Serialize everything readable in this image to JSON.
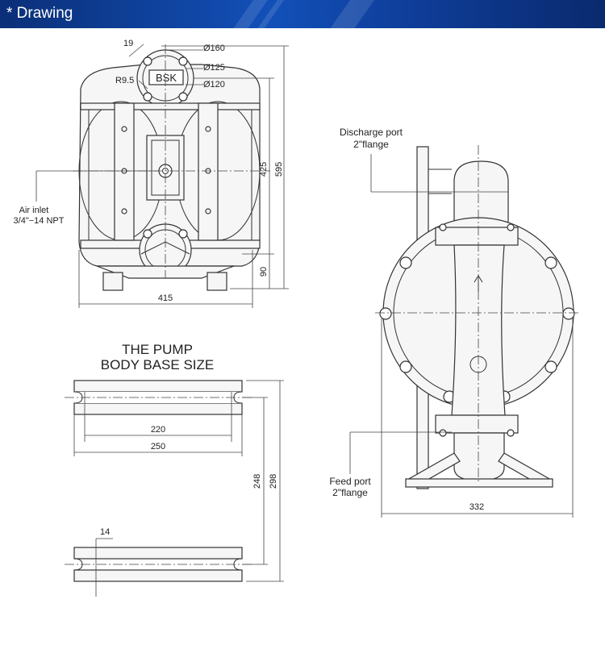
{
  "header": {
    "title": "* Drawing",
    "color_start": "#0b2f78",
    "color_end": "#0a2a6e"
  },
  "front_view": {
    "logo": "BSK",
    "dim_19": "19",
    "dim_r95": "R9.5",
    "dim_d160": "Ø160",
    "dim_d125": "Ø125",
    "dim_d120": "Ø120",
    "dim_425": "425",
    "dim_595": "595",
    "dim_90": "90",
    "dim_415": "415",
    "air_inlet_line1": "Air inlet",
    "air_inlet_line2": "3/4\"−14 NPT"
  },
  "base_view": {
    "title_line1": "THE PUMP",
    "title_line2": "BODY BASE SIZE",
    "dim_220": "220",
    "dim_250": "250",
    "dim_248": "248",
    "dim_298": "298",
    "dim_14": "14"
  },
  "side_view": {
    "discharge_line1": "Discharge port",
    "discharge_line2": "2\"flange",
    "feed_line1": "Feed port",
    "feed_line2": "2\"flange",
    "dim_332": "332"
  }
}
